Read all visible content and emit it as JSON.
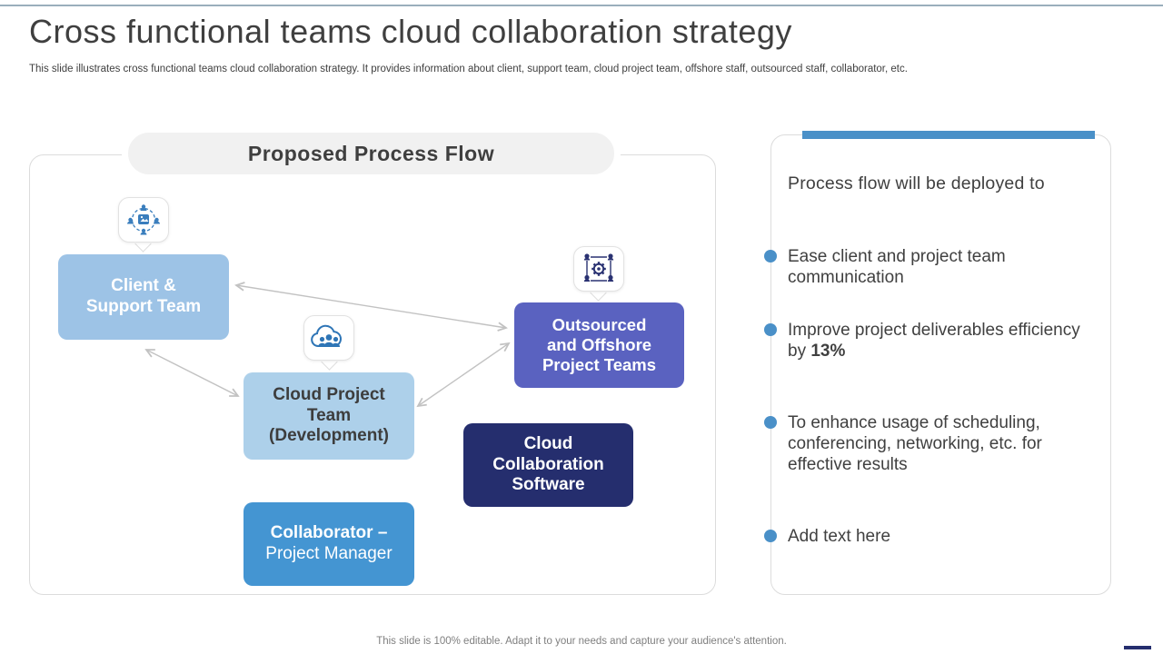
{
  "slide": {
    "title": "Cross functional teams cloud collaboration strategy",
    "subtitle": "This slide illustrates cross functional teams cloud collaboration strategy. It provides information about client, support team, cloud project team, offshore staff, outsourced staff, collaborator, etc.",
    "footer": "This slide is 100% editable. Adapt it to your needs and capture your audience's attention."
  },
  "process_flow": {
    "header": "Proposed Process Flow",
    "boxes": {
      "client": {
        "lines": [
          "Client &",
          "Support Team"
        ]
      },
      "cloud_project": {
        "lines": [
          "Cloud Project",
          "Team",
          "(Development)"
        ]
      },
      "outsourced": {
        "lines": [
          "Outsourced",
          "and Offshore",
          "Project Teams"
        ]
      },
      "software": {
        "lines": [
          "Cloud",
          "Collaboration",
          "Software"
        ]
      },
      "collaborator": {
        "line1": "Collaborator –",
        "line2": "Project Manager"
      }
    },
    "icons": {
      "client_icon": "team-target-icon",
      "cloud_project_icon": "cloud-team-icon",
      "outsourced_icon": "network-gear-icon"
    }
  },
  "deployment_panel": {
    "heading": "Process flow will be deployed to",
    "bullets": [
      {
        "text": "Ease client and project team communication"
      },
      {
        "text_prefix": "Improve project deliverables efficiency by ",
        "text_bold": "13%"
      },
      {
        "text": "To enhance usage of scheduling, conferencing, networking, etc. for effective results"
      },
      {
        "text": "Add text here"
      }
    ]
  },
  "colors": {
    "accent_blue": "#4a90c8",
    "light_blue_box": "#9dc3e6",
    "lighter_blue_box": "#add0ea",
    "indigo_box": "#5a62c0",
    "navy_box": "#252e6e",
    "mid_blue_box": "#4495d2",
    "arrow_gray": "#c2c2c2",
    "icon_blue": "#3a7ebd",
    "icon_navy": "#2a3272"
  }
}
